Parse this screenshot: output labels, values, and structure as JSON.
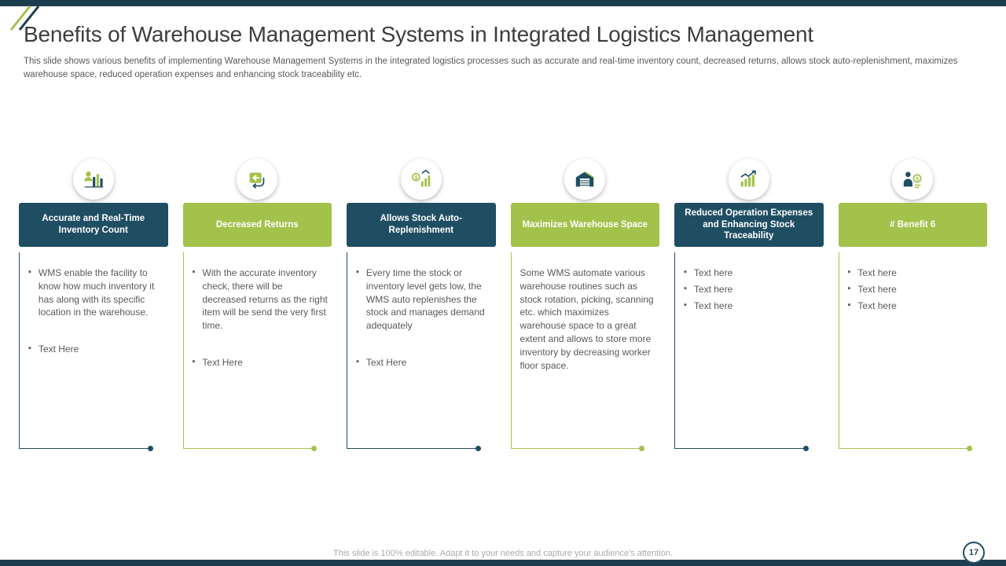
{
  "slide": {
    "title": "Benefits of Warehouse Management Systems in Integrated Logistics Management",
    "subtitle": "This slide shows various benefits of implementing Warehouse Management Systems in the integrated logistics processes such as accurate and real-time inventory count, decreased returns, allows stock auto-replenishment, maximizes warehouse space, reduced operation expenses and enhancing stock traceability etc.",
    "footer": "This slide is 100% editable. Adapt it to your needs and capture your audience's attention.",
    "page_number": "17"
  },
  "colors": {
    "navy": "#1F4E63",
    "green": "#A3C24C",
    "edge_bar": "#1C3D4D",
    "title_text": "#3D3D3D",
    "body_text": "#595959",
    "footer_text": "#ABABAB"
  },
  "benefits": [
    {
      "title": "Accurate and Real-Time Inventory Count",
      "theme": "navy",
      "icon": "inventory-count-icon",
      "bullets": [
        "WMS enable the facility to know how much inventory it has along with its specific location in the warehouse.",
        "Text Here"
      ],
      "paragraph": ""
    },
    {
      "title": "Decreased Returns",
      "theme": "green",
      "icon": "decreased-returns-icon",
      "bullets": [
        "With the accurate inventory check, there will be decreased returns as the right item will be send the very first time.",
        "Text Here"
      ],
      "paragraph": ""
    },
    {
      "title": "Allows Stock Auto-Replenishment",
      "theme": "navy",
      "icon": "stock-replenishment-icon",
      "bullets": [
        "Every time the stock or inventory level gets low, the WMS auto replenishes the stock and manages demand adequately",
        "Text Here"
      ],
      "paragraph": ""
    },
    {
      "title": "Maximizes Warehouse Space",
      "theme": "green",
      "icon": "warehouse-building-icon",
      "bullets": [],
      "paragraph": "Some WMS automate various warehouse routines such as stock rotation, picking, scanning etc. which maximizes warehouse space to a great extent and allows to store more inventory by decreasing worker floor space."
    },
    {
      "title": "Reduced Operation Expenses and Enhancing Stock Traceability",
      "theme": "navy",
      "icon": "growth-chart-icon",
      "bullets": [
        "Text here",
        "Text here",
        "Text here"
      ],
      "paragraph": ""
    },
    {
      "title": "# Benefit 6",
      "theme": "green",
      "icon": "person-finance-icon",
      "bullets": [
        "Text here",
        "Text here",
        "Text here"
      ],
      "paragraph": ""
    }
  ]
}
